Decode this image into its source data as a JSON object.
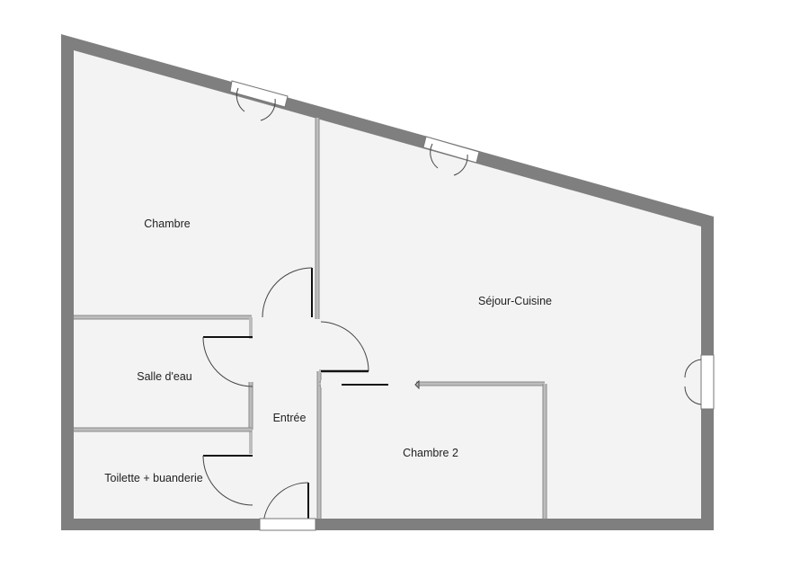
{
  "plan": {
    "rooms": {
      "chambre": "Chambre",
      "sejour_cuisine": "Séjour-Cuisine",
      "salle_deau": "Salle d'eau",
      "entree": "Entrée",
      "chambre_2": "Chambre 2",
      "toilette_buanderie": "Toilette + buanderie"
    }
  },
  "colors": {
    "outer_wall": "#7f7f7f",
    "inner_wall": "#bdbdbd",
    "floor": "#f3f3f3",
    "background": "#ffffff"
  }
}
